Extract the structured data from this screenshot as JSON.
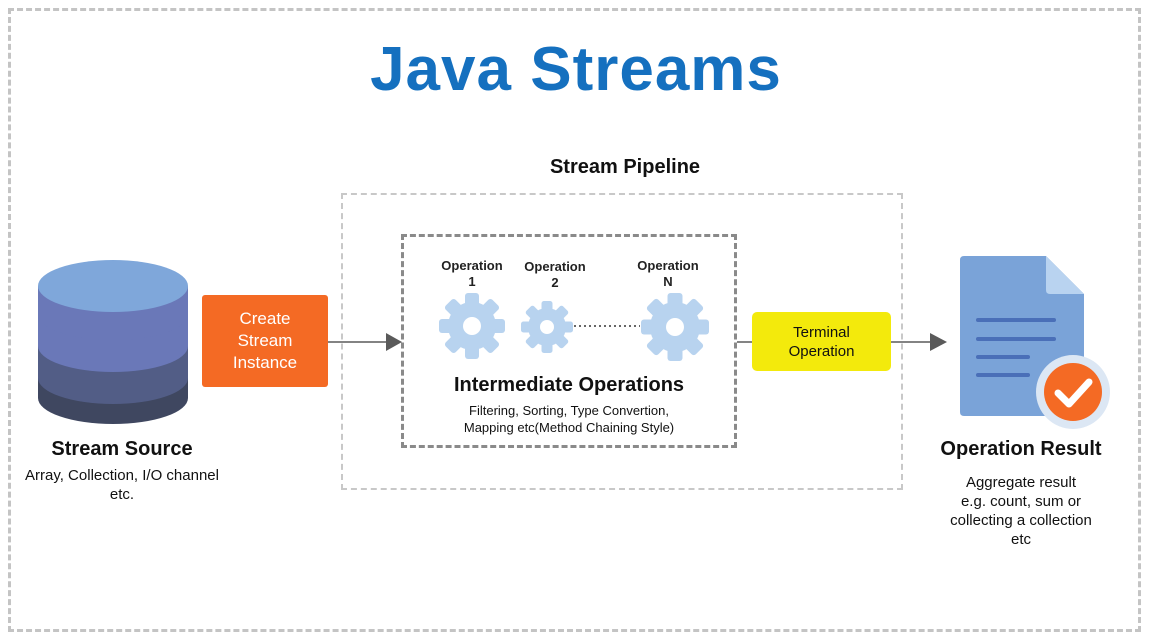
{
  "title": "Java Streams",
  "pipeline_label": "Stream Pipeline",
  "source": {
    "title": "Stream Source",
    "description": "Array, Collection, I/O channel etc."
  },
  "create_step": {
    "line1": "Create",
    "line2": "Stream",
    "line3": "Instance"
  },
  "intermediate": {
    "title": "Intermediate Operations",
    "desc_line1": "Filtering, Sorting, Type Convertion,",
    "desc_line2": "Mapping etc(Method Chaining Style)",
    "operations": [
      {
        "label": "Operation",
        "index": "1"
      },
      {
        "label": "Operation",
        "index": "2"
      },
      {
        "label": "Operation",
        "index": "N"
      }
    ]
  },
  "terminal": {
    "line1": "Terminal",
    "line2": "Operation"
  },
  "result": {
    "title": "Operation Result",
    "desc_line1": "Aggregate result",
    "desc_line2": "e.g. count, sum or",
    "desc_line3": "collecting a collection",
    "desc_line4": "etc"
  },
  "colors": {
    "title": "#1570bf",
    "create_box": "#f46a24",
    "terminal_box": "#f3ea0c",
    "gear": "#b8d3ef",
    "db_top": "#7fa7da",
    "db_mid": "#6a78b8",
    "db_low": "#525d86",
    "db_base": "#3f4760",
    "document": "#7aa3d8",
    "check_badge": "#f46a24"
  },
  "icons": [
    "database-icon",
    "gear-icon",
    "document-icon",
    "checkmark-icon"
  ]
}
